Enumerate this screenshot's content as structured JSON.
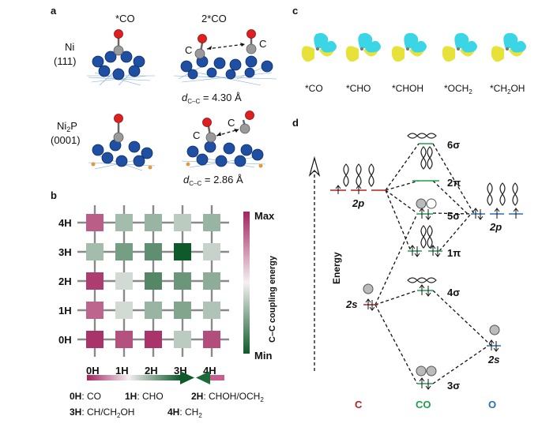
{
  "panel_a": {
    "label": "a",
    "col_co": "*CO",
    "col_2co": "2*CO",
    "row1_metal": "Ni",
    "row1_facet": "(111)",
    "row2_metal": "Ni",
    "row2_sub": "2",
    "row2_metal_tail": "P",
    "row2_facet": "(0001)",
    "atom_c": "C",
    "d_prefix": "d",
    "d_sub": "C–C",
    "d1_value": " = 4.30 Å",
    "d2_value": " = 2.86 Å"
  },
  "panel_b": {
    "label": "b",
    "rows": [
      "4H",
      "3H",
      "2H",
      "1H",
      "0H"
    ],
    "cols": [
      "0H",
      "1H",
      "2H",
      "3H",
      "4H"
    ],
    "colorbar_max": "Max",
    "colorbar_min": "Min",
    "colorbar_label": "C–C coupling  energy",
    "cell_values": [
      [
        0.72,
        0.35,
        0.4,
        0.25,
        0.4
      ],
      [
        0.35,
        0.55,
        0.65,
        1.0,
        0.2
      ],
      [
        0.88,
        0.15,
        0.7,
        0.6,
        0.45
      ],
      [
        0.68,
        0.15,
        0.4,
        0.5,
        0.3
      ],
      [
        0.92,
        0.78,
        0.92,
        0.25,
        0.8
      ]
    ],
    "cell_sign": [
      [
        1,
        -1,
        -1,
        -1,
        -1
      ],
      [
        -1,
        -1,
        -1,
        -1,
        -1
      ],
      [
        1,
        -1,
        -1,
        -1,
        -1
      ],
      [
        1,
        -1,
        -1,
        -1,
        -1
      ],
      [
        1,
        1,
        1,
        -1,
        1
      ]
    ],
    "legend": [
      {
        "key": "0H",
        "value": ": CO"
      },
      {
        "key": "1H",
        "value": ": CHO"
      },
      {
        "key": "2H",
        "value": ": CHOH/OCH"
      },
      {
        "key": "3H",
        "value": ": CH/CH"
      },
      {
        "key": "4H",
        "value": ": CH"
      }
    ],
    "legend_2h_sub": "2",
    "legend_3h_sub": "2",
    "legend_3h_tail": "OH",
    "legend_4h_sub": "2",
    "colors": {
      "max": "#a3245e",
      "mid": "#f4f0f2",
      "min": "#0f5a2a"
    }
  },
  "panel_c": {
    "label": "c",
    "species": [
      "*CO",
      "*CHO",
      "*CHOH",
      "*OCH",
      "*CH"
    ],
    "och_sub": "2",
    "ch2oh_sub": "2",
    "ch2oh_tail": "OH"
  },
  "panel_d": {
    "label": "d",
    "axis_label": "Energy",
    "c_label": "C",
    "co_label": "CO",
    "o_label": "O",
    "levels": [
      "6σ",
      "2π",
      "5σ",
      "1π",
      "4σ",
      "3σ"
    ],
    "c_2p": "2p",
    "c_2s": "2s",
    "o_2p": "2p",
    "o_2s": "2s",
    "colors": {
      "c": "#b22222",
      "co": "#1ea04b",
      "o": "#2a6fb5"
    }
  }
}
